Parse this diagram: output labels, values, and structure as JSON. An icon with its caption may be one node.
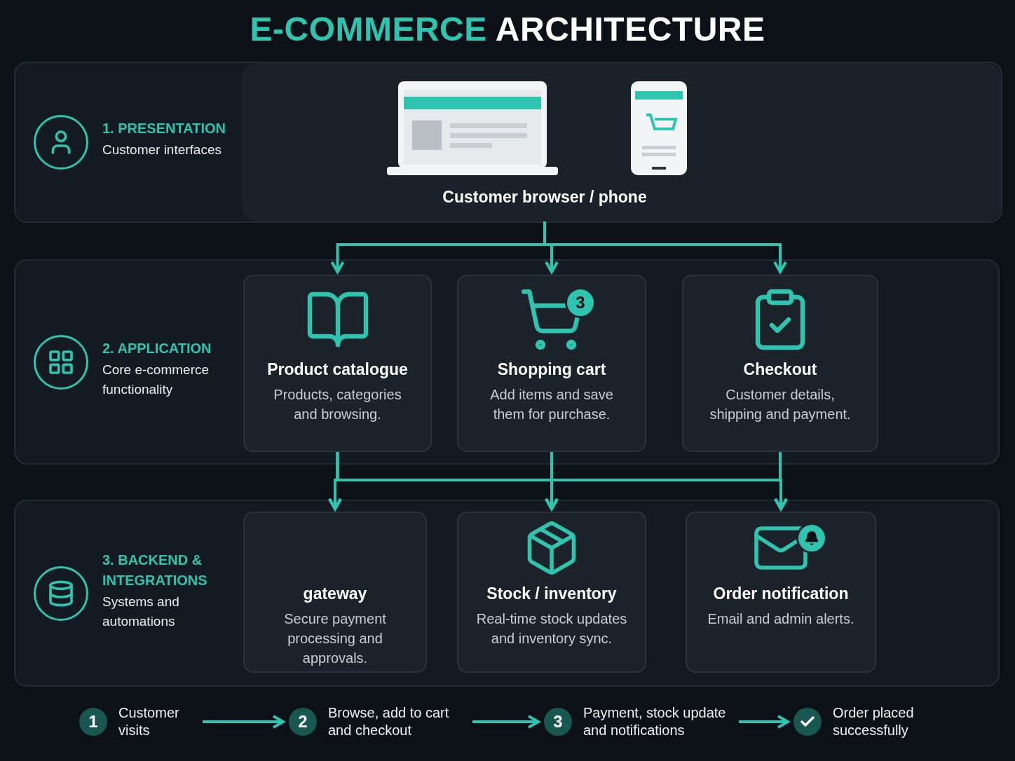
{
  "diagram": {
    "title": "E-COMMERCE ARCHITECTURE",
    "nodes": [
      {
        "text": [
          "1. PRESENTATION",
          "Customer interfaces"
        ]
      },
      {
        "text": [
          "Customer browser / phone"
        ],
        "in": 0
      },
      {
        "text": [
          "2. APPLICATION",
          "Core e-commerce functionality"
        ]
      },
      {
        "text": [
          "Product catalogue",
          "Products, categories and browsing."
        ],
        "in": 2
      },
      {
        "text": [
          "Shopping cart",
          "Add items and save them for purchase."
        ],
        "in": 2
      },
      {
        "text": [
          "Checkout",
          "Customer details, shipping and payment."
        ],
        "in": 2
      },
      {
        "text": [
          "3. BACKEND & INTEGRATIONS",
          "Systems and automations"
        ]
      },
      {
        "text": [
          "gateway",
          "Secure payment processing and approvals."
        ],
        "in": 6
      },
      {
        "text": [
          "Stock / inventory",
          "Real-time stock updates and inventory sync."
        ],
        "in": 6
      },
      {
        "text": [
          "Order notification",
          "Email and admin alerts."
        ],
        "in": 6
      },
      {
        "text": [
          "1",
          "Customer visits"
        ]
      },
      {
        "text": [
          "2",
          "Browse, add to cart and checkout"
        ]
      },
      {
        "text": [
          "3",
          "Payment, stock update and notifications"
        ]
      },
      {
        "text": [
          "Order placed successfully"
        ]
      }
    ],
    "edges": [
      {
        "from": 1,
        "to": 3,
        "arrow": "to"
      },
      {
        "from": 1,
        "to": 4,
        "arrow": "to"
      },
      {
        "from": 1,
        "to": 5,
        "arrow": "to"
      },
      {
        "from": 3,
        "to": 7,
        "arrow": "to"
      },
      {
        "from": 3,
        "to": 8,
        "arrow": "to"
      },
      {
        "from": 3,
        "to": 9,
        "arrow": "to"
      },
      {
        "from": 4,
        "to": 7,
        "arrow": "to"
      },
      {
        "from": 4,
        "to": 8,
        "arrow": "to"
      },
      {
        "from": 4,
        "to": 9,
        "arrow": "to"
      },
      {
        "from": 5,
        "to": 7,
        "arrow": "to"
      },
      {
        "from": 5,
        "to": 8,
        "arrow": "to"
      },
      {
        "from": 5,
        "to": 9,
        "arrow": "to"
      },
      {
        "from": 10,
        "to": 11,
        "arrow": "to"
      },
      {
        "from": 11,
        "to": 12,
        "arrow": "to"
      },
      {
        "from": 12,
        "to": 13,
        "arrow": "to"
      }
    ],
    "labels": [
      "3"
    ]
  }
}
